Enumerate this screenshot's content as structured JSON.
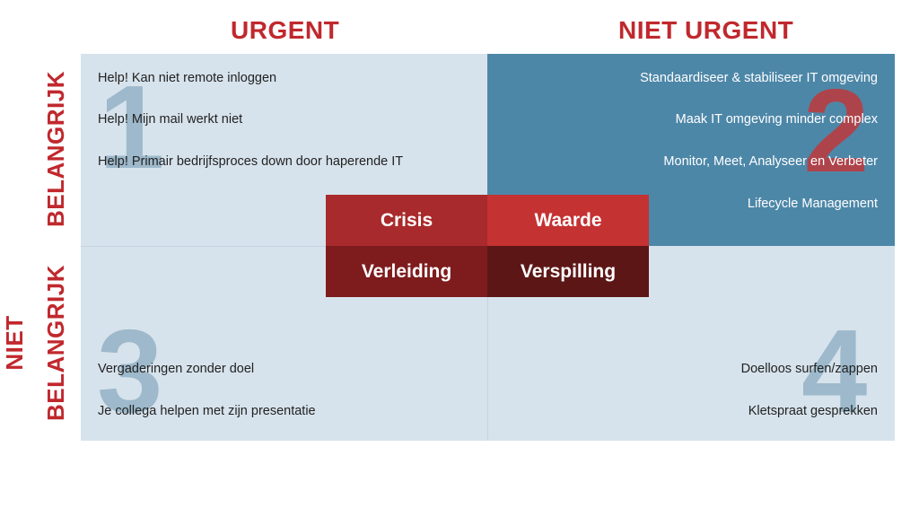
{
  "headers": {
    "urgent": "URGENT",
    "niet_urgent": "NIET URGENT",
    "belangrijk": "BELANGRIJK",
    "niet": "NIET",
    "niet_belangrijk": "BELANGRIJK"
  },
  "quadrants": {
    "q1": {
      "number": "1",
      "items": [
        "Help! Kan niet remote inloggen",
        "Help! Mijn mail werkt niet",
        "Help! Primair bedrijfsproces down door haperende IT"
      ]
    },
    "q2": {
      "number": "2",
      "items": [
        "Standaardiseer & stabiliseer IT omgeving",
        "Maak IT omgeving minder complex",
        "Monitor, Meet, Analyseer en Verbeter",
        "Lifecycle Management"
      ]
    },
    "q3": {
      "number": "3",
      "items": [
        "Vergaderingen zonder doel",
        "Je collega helpen met zijn presentatie"
      ]
    },
    "q4": {
      "number": "4",
      "items": [
        "Doelloos surfen/zappen",
        "Kletspraat gesprekken"
      ]
    }
  },
  "center_labels": {
    "crisis": "Crisis",
    "waarde": "Waarde",
    "verleiding": "Verleiding",
    "verspilling": "Verspilling"
  },
  "colors": {
    "accent_red": "#c0282d",
    "q2_blue": "#4d87a8",
    "light_quadrant": "#d7e3ec"
  }
}
